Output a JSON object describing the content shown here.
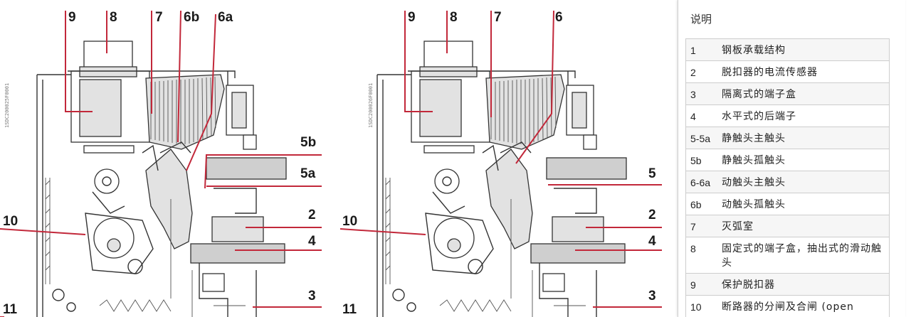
{
  "diagram": {
    "left_callouts": {
      "top": [
        "9",
        "8",
        "7",
        "6b",
        "6a"
      ],
      "right": [
        "5b",
        "5a",
        "2",
        "4",
        "3"
      ],
      "side": [
        "10",
        "11"
      ]
    },
    "right_callouts": {
      "top": [
        "9",
        "8",
        "7",
        "6"
      ],
      "right": [
        "5",
        "2",
        "4",
        "3"
      ],
      "side": [
        "10",
        "11"
      ]
    },
    "colors": {
      "leader": "#c2283a",
      "ink": "#333333"
    }
  },
  "legend": {
    "title": "说明",
    "rows": [
      {
        "num": "1",
        "text": "钢板承载结构"
      },
      {
        "num": "2",
        "text": "脱扣器的电流传感器"
      },
      {
        "num": "3",
        "text": "隔离式的端子盒"
      },
      {
        "num": "4",
        "text": "水平式的后端子"
      },
      {
        "num": "5-5a",
        "text": "静触头主触头"
      },
      {
        "num": "5b",
        "text": "静触头孤触头"
      },
      {
        "num": "6-6a",
        "text": "动触头主触头"
      },
      {
        "num": "6b",
        "text": "动触头孤触头"
      },
      {
        "num": "7",
        "text": "灭弧室"
      },
      {
        "num": "8",
        "text": "固定式的端子盒，抽出式的滑动触头"
      },
      {
        "num": "9",
        "text": "保护脱扣器"
      },
      {
        "num": "10",
        "text": "断路器的分闸及合闸 (open"
      }
    ]
  }
}
